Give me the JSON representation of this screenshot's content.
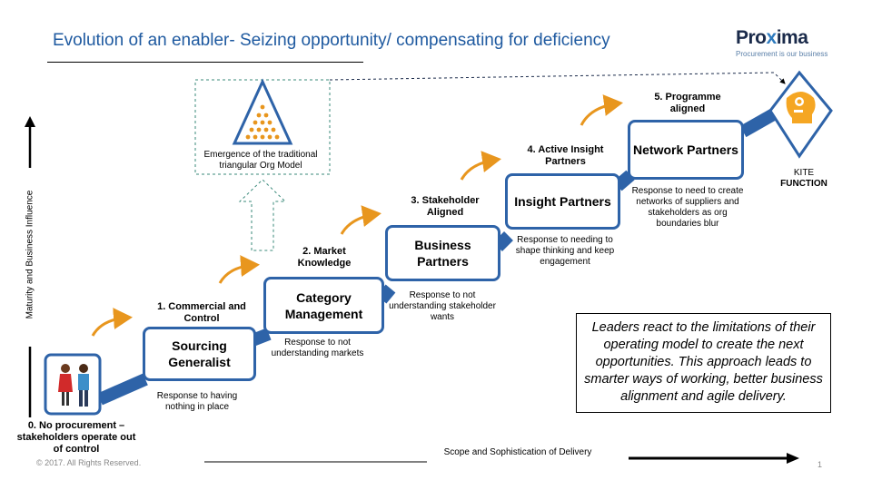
{
  "title": "Evolution of an enabler- Seizing opportunity/ compensating for deficiency",
  "logo": {
    "word_a": "Pro",
    "word_x": "x",
    "word_b": "ima",
    "tagline": "Procurement is our business"
  },
  "axes": {
    "y_label": "Maturity and Business Influence",
    "x_label": "Scope and Sophistication of Delivery"
  },
  "stages": [
    {
      "label": "0. No procurement – stakeholders operate out of control",
      "box": "",
      "response": ""
    },
    {
      "label": "1. Commercial and Control",
      "box": "Sourcing Generalist",
      "response": "Response to having nothing in place"
    },
    {
      "label": "2. Market Knowledge",
      "box": "Category Management",
      "response": "Response to not understanding markets"
    },
    {
      "label": "3. Stakeholder Aligned",
      "box": "Business Partners",
      "response": "Response to not understanding stakeholder wants"
    },
    {
      "label": "4. Active Insight Partners",
      "box": "Insight Partners",
      "response": "Response to needing to shape thinking and keep engagement"
    },
    {
      "label": "5. Programme aligned",
      "box": "Network Partners",
      "response": "Response to need to create networks of suppliers and stakeholders  as org boundaries blur"
    }
  ],
  "org_model_caption": "Emergence of the traditional triangular Org Model",
  "kite": {
    "line1": "KITE",
    "line2": "FUNCTION"
  },
  "quote": "Leaders react to the limitations of their operating model to create the next opportunities. This approach leads to smarter ways of working,  better business alignment and agile delivery.",
  "footer": {
    "copyright": "© 2017. All Rights Reserved.",
    "page": "1"
  },
  "colors": {
    "title": "#1f5aa0",
    "box_border": "#2e63a8",
    "arrow_orange": "#e8961e",
    "kite_fill": "#f5a623",
    "person_fill": "#e8961e"
  }
}
